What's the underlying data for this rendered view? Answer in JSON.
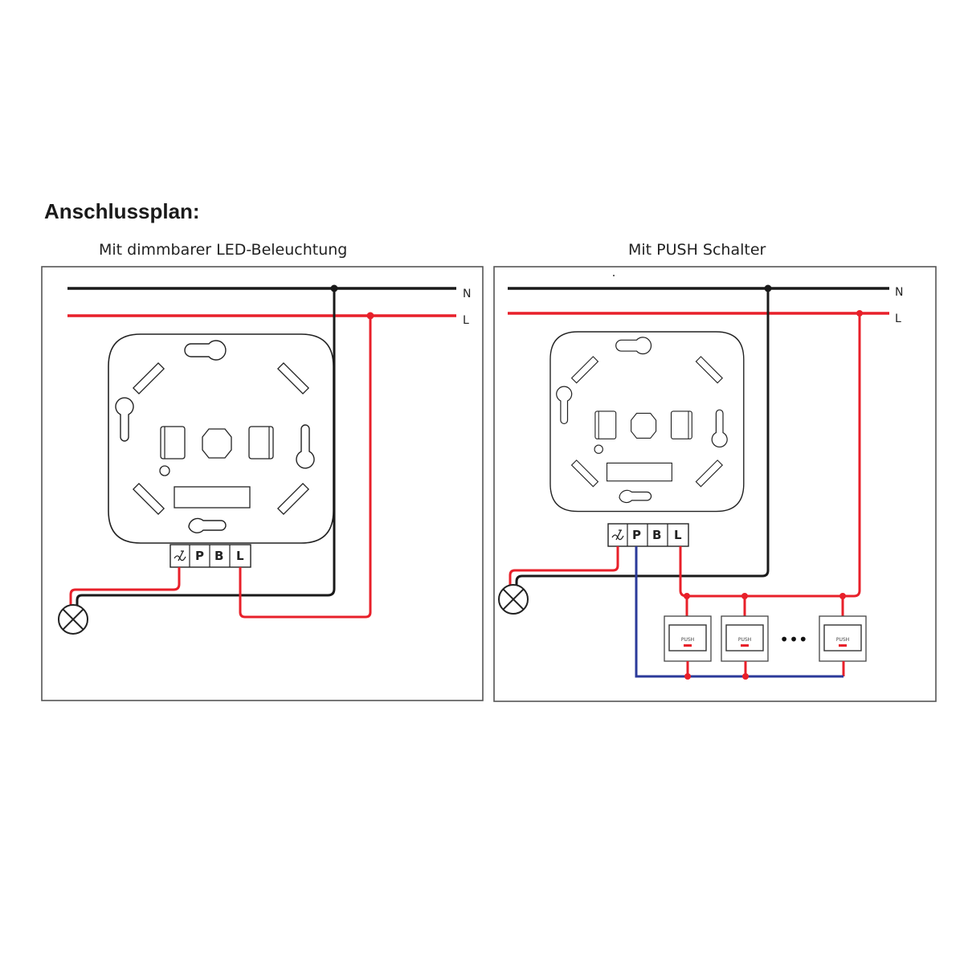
{
  "heading": "Anschlussplan:",
  "panels": [
    {
      "title": "Mit dimmbarer LED-Beleuchtung",
      "bus_labels": {
        "neutral": "N",
        "live": "L"
      },
      "terminals": [
        "≁",
        "P",
        "B",
        "L"
      ],
      "load": "lamp"
    },
    {
      "title": "Mit PUSH Schalter",
      "bus_labels": {
        "neutral": "N",
        "live": "L"
      },
      "terminals": [
        "≁",
        "P",
        "B",
        "L"
      ],
      "load": "lamp",
      "push_switches": [
        {
          "label": "PUSH"
        },
        {
          "label": "PUSH"
        },
        {
          "label": "PUSH"
        }
      ],
      "ellipsis": "•••"
    }
  ],
  "colors": {
    "neutral_wire": "#1a1a1a",
    "live_wire": "#e8202a",
    "push_wire": "#2b3a9a",
    "frame": "#555555"
  }
}
